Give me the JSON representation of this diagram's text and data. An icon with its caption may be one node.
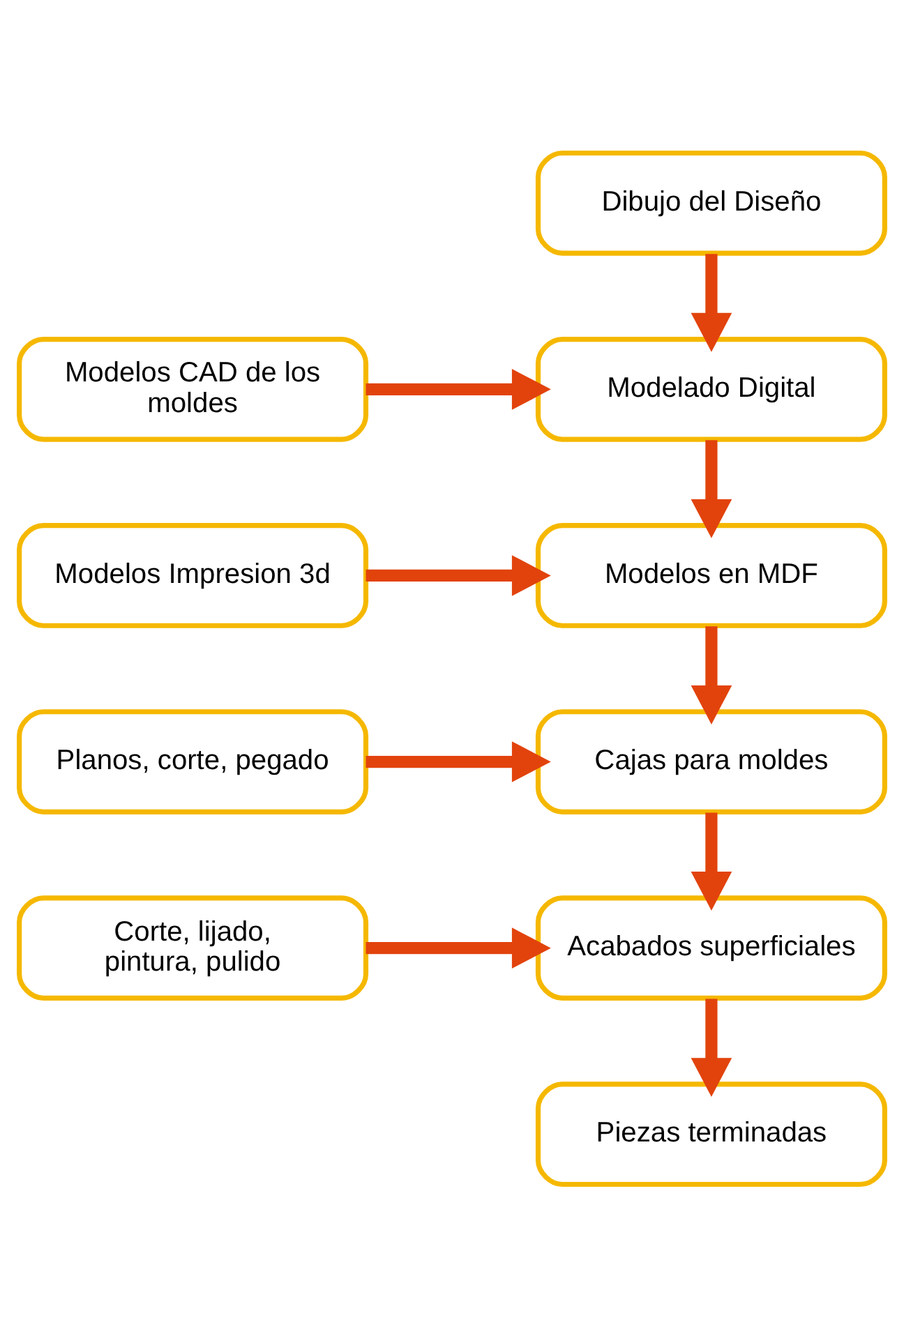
{
  "diagram": {
    "nodes": [
      {
        "text": [
          "Dibujo del Diseño"
        ]
      },
      {
        "text": [
          "Modelado Digital"
        ]
      },
      {
        "text": [
          "Modelos CAD de los moldes"
        ]
      },
      {
        "text": [
          "Modelos en MDF"
        ]
      },
      {
        "text": [
          "Modelos Impresion 3d"
        ]
      },
      {
        "text": [
          "Cajas para moldes"
        ]
      },
      {
        "text": [
          "Planos, corte, pegado"
        ]
      },
      {
        "text": [
          "Acabados superficiales"
        ]
      },
      {
        "text": [
          "Corte, lijado, pintura, pulido"
        ]
      },
      {
        "text": [
          "Piezas terminadas"
        ]
      }
    ],
    "edges": [
      {
        "from": 0,
        "to": 1,
        "arrow": "to"
      },
      {
        "from": 2,
        "to": 1,
        "arrow": "to"
      },
      {
        "from": 1,
        "to": 3,
        "arrow": "to"
      },
      {
        "from": 4,
        "to": 3,
        "arrow": "to"
      },
      {
        "from": 3,
        "to": 5,
        "arrow": "to"
      },
      {
        "from": 6,
        "to": 5,
        "arrow": "to"
      },
      {
        "from": 5,
        "to": 7,
        "arrow": "to"
      },
      {
        "from": 8,
        "to": 7,
        "arrow": "to"
      },
      {
        "from": 7,
        "to": 9,
        "arrow": "to"
      }
    ]
  }
}
